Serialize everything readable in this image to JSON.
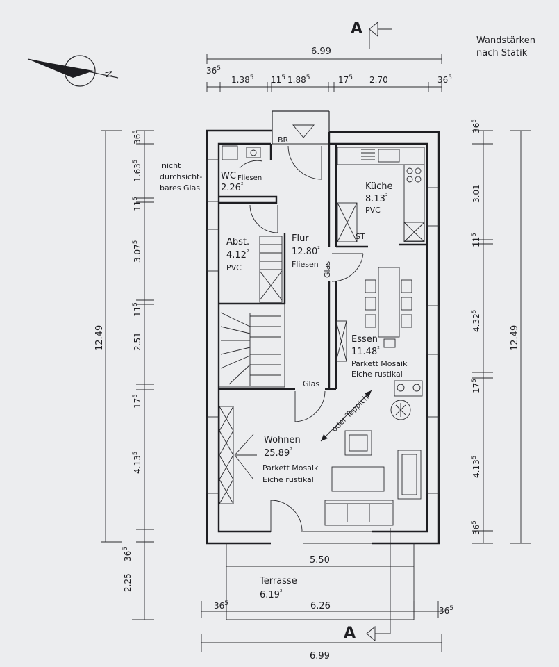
{
  "section_marker": {
    "top": "A",
    "bottom": "A"
  },
  "north": {
    "label": "N"
  },
  "note": {
    "line1": "Wandstärken",
    "line2": "nach Statik"
  },
  "window_note": {
    "line1": "nicht",
    "line2": "durchsicht-",
    "line3": "bares Glas"
  },
  "dims_top": {
    "overall": "6.99",
    "left_wall": "36",
    "left_wall_sup": "5",
    "seg1": "1.38",
    "seg1_sup": "5",
    "seg2": "11",
    "seg2_sup": "5",
    "seg3": "1.88",
    "seg3_sup": "5",
    "seg4": "17",
    "seg4_sup": "5",
    "seg5": "2.70",
    "right_wall": "36",
    "right_wall_sup": "5"
  },
  "dims_left": {
    "overall": "12.49",
    "d1": "36",
    "d1_sup": "5",
    "d2": "1.63",
    "d2_sup": "5",
    "d3": "11",
    "d3_sup": "5",
    "d4": "3.07",
    "d4_sup": "5",
    "d5": "11",
    "d5_sup": "5",
    "d6": "2.51",
    "d7": "17",
    "d7_sup": "5",
    "d8": "4.13",
    "d8_sup": "5",
    "d9": "36",
    "d9_sup": "5",
    "d10": "2.25"
  },
  "dims_right": {
    "overall": "12.49",
    "d1": "36",
    "d1_sup": "5",
    "d2": "3.01",
    "d3": "11",
    "d3_sup": "5",
    "d4": "4.32",
    "d4_sup": "5",
    "d5": "17",
    "d5_sup": "5",
    "d6": "4.13",
    "d6_sup": "5",
    "d7": "36",
    "d7_sup": "5"
  },
  "dims_bottom": {
    "terrace_width": "5.50",
    "left_wall": "36",
    "left_wall_sup": "5",
    "inner": "6.26",
    "right_wall": "36",
    "right_wall_sup": "5",
    "overall": "6.99"
  },
  "rooms": {
    "wc": {
      "name": "WC",
      "area": "2.26",
      "unit": "²",
      "floor": "Fliesen"
    },
    "kueche": {
      "name": "Küche",
      "area": "8.13",
      "unit": "²",
      "floor": "PVC"
    },
    "abst": {
      "name": "Abst.",
      "area": "4.12",
      "unit": "²",
      "floor": "PVC"
    },
    "flur": {
      "name": "Flur",
      "area": "12.80",
      "unit": "²",
      "floor": "Fliesen"
    },
    "essen": {
      "name": "Essen",
      "area": "11.48",
      "unit": "²",
      "floor1": "Parkett Mosaik",
      "floor2": "Eiche rustikal"
    },
    "wohnen": {
      "name": "Wohnen",
      "area": "25.89",
      "unit": "²",
      "floor1": "Parkett Mosaik",
      "floor2": "Eiche rustikal"
    },
    "terrasse": {
      "name": "Terrasse",
      "area": "6.19",
      "unit": "²"
    }
  },
  "labels": {
    "br": "BR",
    "st": "ST",
    "glas_v": "Glas",
    "glas_h": "Glas",
    "teppich": "oder Teppich"
  }
}
